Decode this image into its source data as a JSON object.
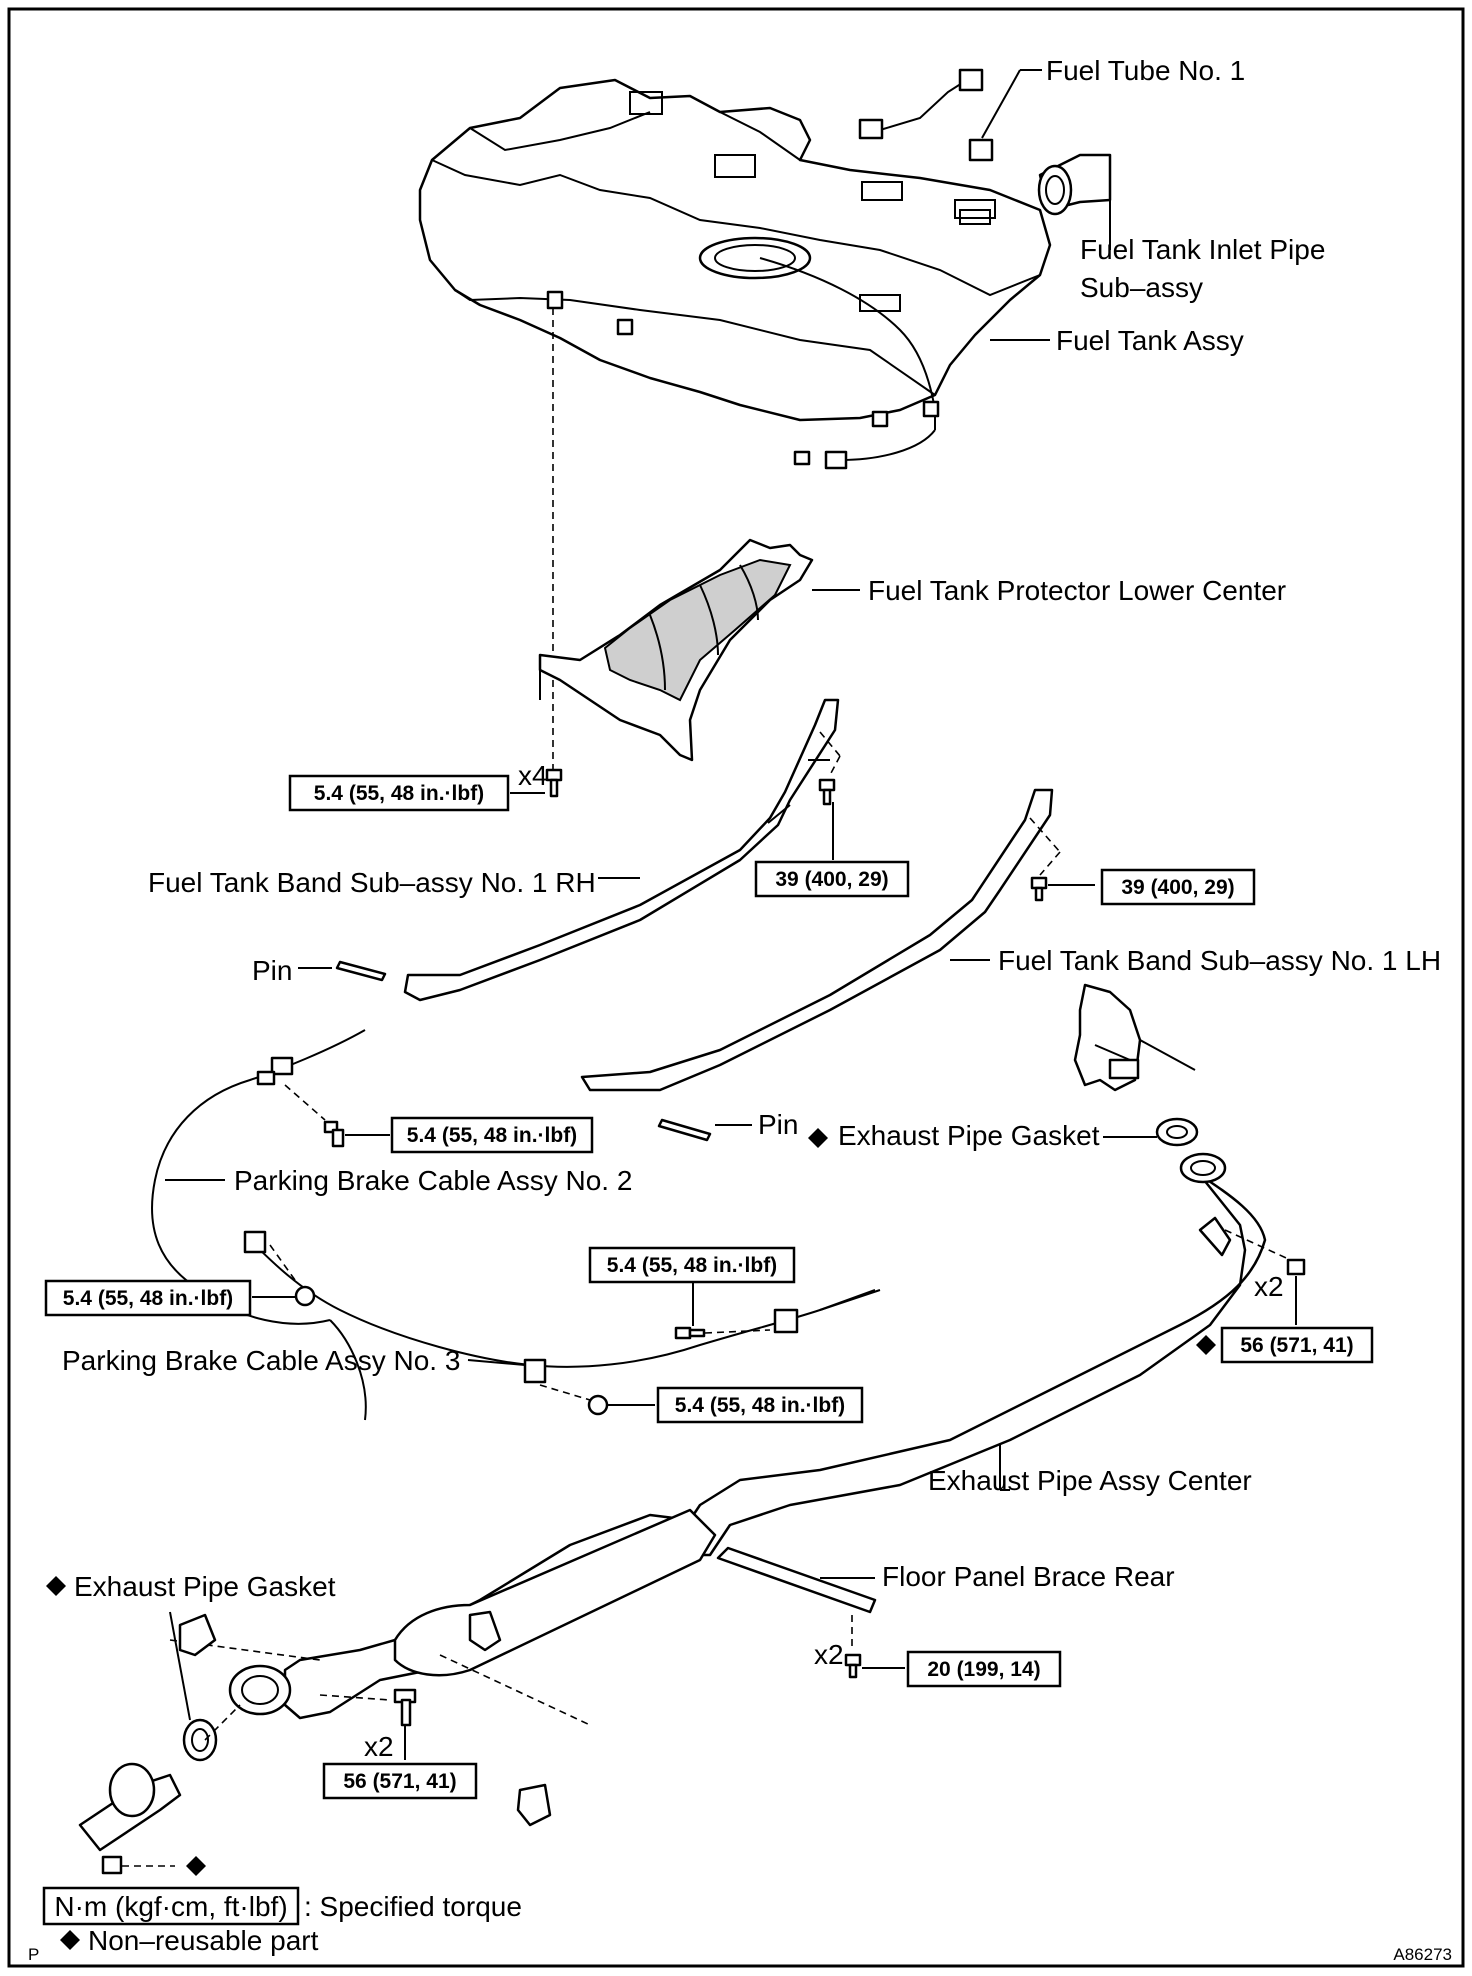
{
  "labels": {
    "fuel_tube_no1": "Fuel Tube No. 1",
    "fuel_tank_inlet_pipe_1": "Fuel Tank Inlet Pipe",
    "fuel_tank_inlet_pipe_2": "Sub–assy",
    "fuel_tank_assy": "Fuel Tank Assy",
    "fuel_tank_protector": "Fuel Tank Protector Lower Center",
    "band_rh": "Fuel Tank Band Sub–assy No. 1 RH",
    "band_lh": "Fuel Tank Band Sub–assy No. 1 LH",
    "pin_upper": "Pin",
    "pin_lower": "Pin",
    "exhaust_gasket_upper": "Exhaust Pipe Gasket",
    "parking_cable_no2": "Parking Brake Cable Assy No. 2",
    "parking_cable_no3": "Parking Brake Cable Assy No. 3",
    "exhaust_pipe_center": "Exhaust Pipe Assy Center",
    "exhaust_gasket_lower": "Exhaust Pipe Gasket",
    "floor_panel_brace": "Floor Panel Brace Rear"
  },
  "torque": {
    "protector_bolts": "5.4 (55, 48 in.·lbf)",
    "band_rh_bolt": "39 (400, 29)",
    "band_lh_bolt": "39 (400, 29)",
    "cable_no2_bolt": "5.4 (55, 48 in.·lbf)",
    "cable_left_nut": "5.4 (55, 48 in.·lbf)",
    "cable_mid_bolt": "5.4 (55, 48 in.·lbf)",
    "cable_lower_nut": "5.4 (55, 48 in.·lbf)",
    "exhaust_front_nuts": "56 (571, 41)",
    "brace_bolts": "20 (199, 14)",
    "exhaust_rear_bolts": "56 (571, 41)"
  },
  "multipliers": {
    "protector": "x4",
    "exhaust_front": "x2",
    "brace": "x2",
    "exhaust_rear": "x2"
  },
  "legend": {
    "torque_units": "N·m (kgf·cm, ft·lbf)",
    "torque_desc": ": Specified torque",
    "nonreusable": "Non–reusable part"
  },
  "footer": {
    "page_code": "P",
    "figure_id": "A86273"
  },
  "icons": {
    "non_reusable": "diamond-icon"
  }
}
